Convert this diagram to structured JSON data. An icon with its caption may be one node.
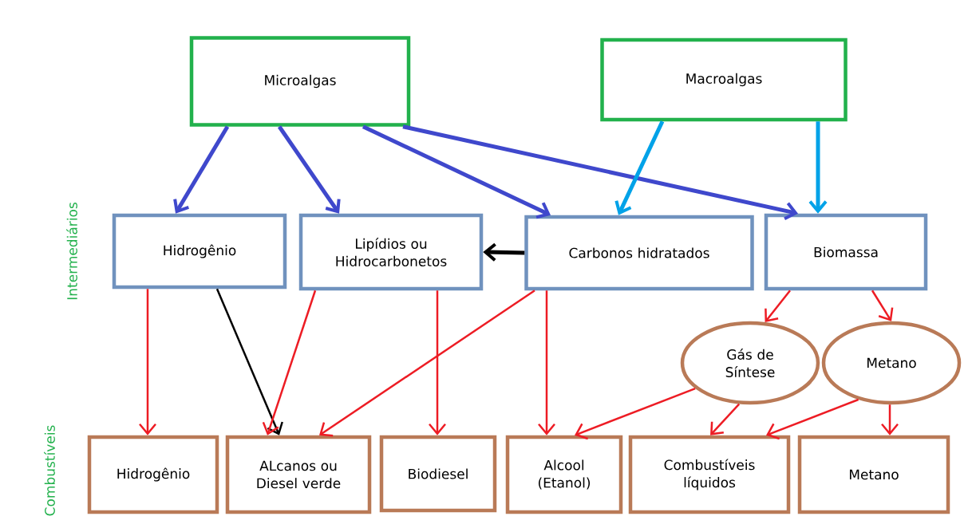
{
  "diagram": {
    "nodes": [
      {
        "text": [
          "Microalgas"
        ]
      },
      {
        "text": [
          "Macroalgas"
        ]
      },
      {
        "text": [
          "Hidrogênio"
        ]
      },
      {
        "text": [
          "Lipídios ou Hidrocarbonetos"
        ]
      },
      {
        "text": [
          "Carbonos hidratados"
        ]
      },
      {
        "text": [
          "Biomassa"
        ]
      },
      {
        "text": [
          "Gás de Síntese"
        ]
      },
      {
        "text": [
          "Metano"
        ]
      },
      {
        "text": [
          "Hidrogênio"
        ]
      },
      {
        "text": [
          "ALcanos ou Diesel verde"
        ]
      },
      {
        "text": [
          "Biodiesel"
        ]
      },
      {
        "text": [
          "Alcool (Etanol)"
        ]
      },
      {
        "text": [
          "Combustíveis líquidos"
        ]
      },
      {
        "text": [
          "Metano"
        ]
      }
    ],
    "edges": [
      {
        "from": 0,
        "to": 2,
        "arrow": "to",
        "style": "thick",
        "color": "#3f48cc"
      },
      {
        "from": 0,
        "to": 3,
        "arrow": "to",
        "style": "thick",
        "color": "#3f48cc"
      },
      {
        "from": 0,
        "to": 4,
        "arrow": "to",
        "style": "thick",
        "color": "#3f48cc"
      },
      {
        "from": 0,
        "to": 5,
        "arrow": "to",
        "style": "thick",
        "color": "#3f48cc"
      },
      {
        "from": 1,
        "to": 4,
        "arrow": "to",
        "style": "thick",
        "color": "#00a2e8"
      },
      {
        "from": 1,
        "to": 5,
        "arrow": "to",
        "style": "thick",
        "color": "#00a2e8"
      },
      {
        "from": 4,
        "to": 3,
        "arrow": "to",
        "style": "thick",
        "color": "#000000"
      },
      {
        "from": 2,
        "to": 8,
        "arrow": "to"
      },
      {
        "from": 2,
        "to": 9,
        "arrow": "to",
        "color": "#000000"
      },
      {
        "from": 3,
        "to": 9,
        "arrow": "to"
      },
      {
        "from": 4,
        "to": 9,
        "arrow": "to"
      },
      {
        "from": 3,
        "to": 10,
        "arrow": "to"
      },
      {
        "from": 4,
        "to": 11,
        "arrow": "to"
      },
      {
        "from": 5,
        "to": 6,
        "arrow": "to"
      },
      {
        "from": 5,
        "to": 7,
        "arrow": "to"
      },
      {
        "from": 6,
        "to": 11,
        "arrow": "to"
      },
      {
        "from": 6,
        "to": 12,
        "arrow": "to"
      },
      {
        "from": 7,
        "to": 12,
        "arrow": "to"
      },
      {
        "from": 7,
        "to": 13,
        "arrow": "to"
      }
    ],
    "labels": [
      "Intermediários",
      "Combustíveis"
    ]
  }
}
